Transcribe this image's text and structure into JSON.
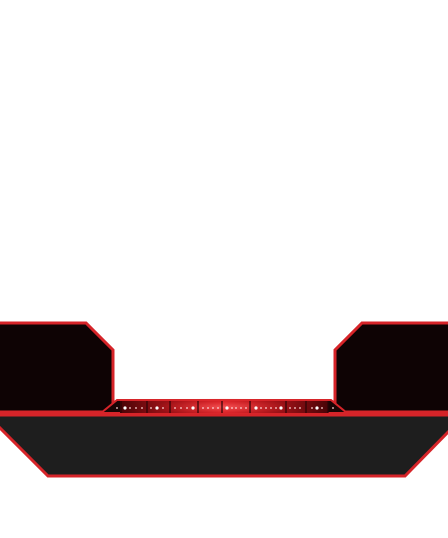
{
  "hud": {
    "colors": {
      "background": "#ffffff",
      "frame_stroke": "#d62429",
      "side_panel_fill": "#0e0304",
      "bottom_panel_fill": "#1e1e1e",
      "led_strip_fill": "#b5161c",
      "led_glow": "#ffffff",
      "led_cap_fill": "#1a0404"
    },
    "overlay_style": "red-black HUD frame with LED strip",
    "left_panel": {
      "icon": "left-side-panel",
      "text": ""
    },
    "right_panel": {
      "icon": "right-side-panel",
      "text": ""
    },
    "bottom_panel": {
      "icon": "bottom-panel",
      "text": ""
    },
    "led_strip": {
      "icon": "led-light-strip"
    }
  }
}
